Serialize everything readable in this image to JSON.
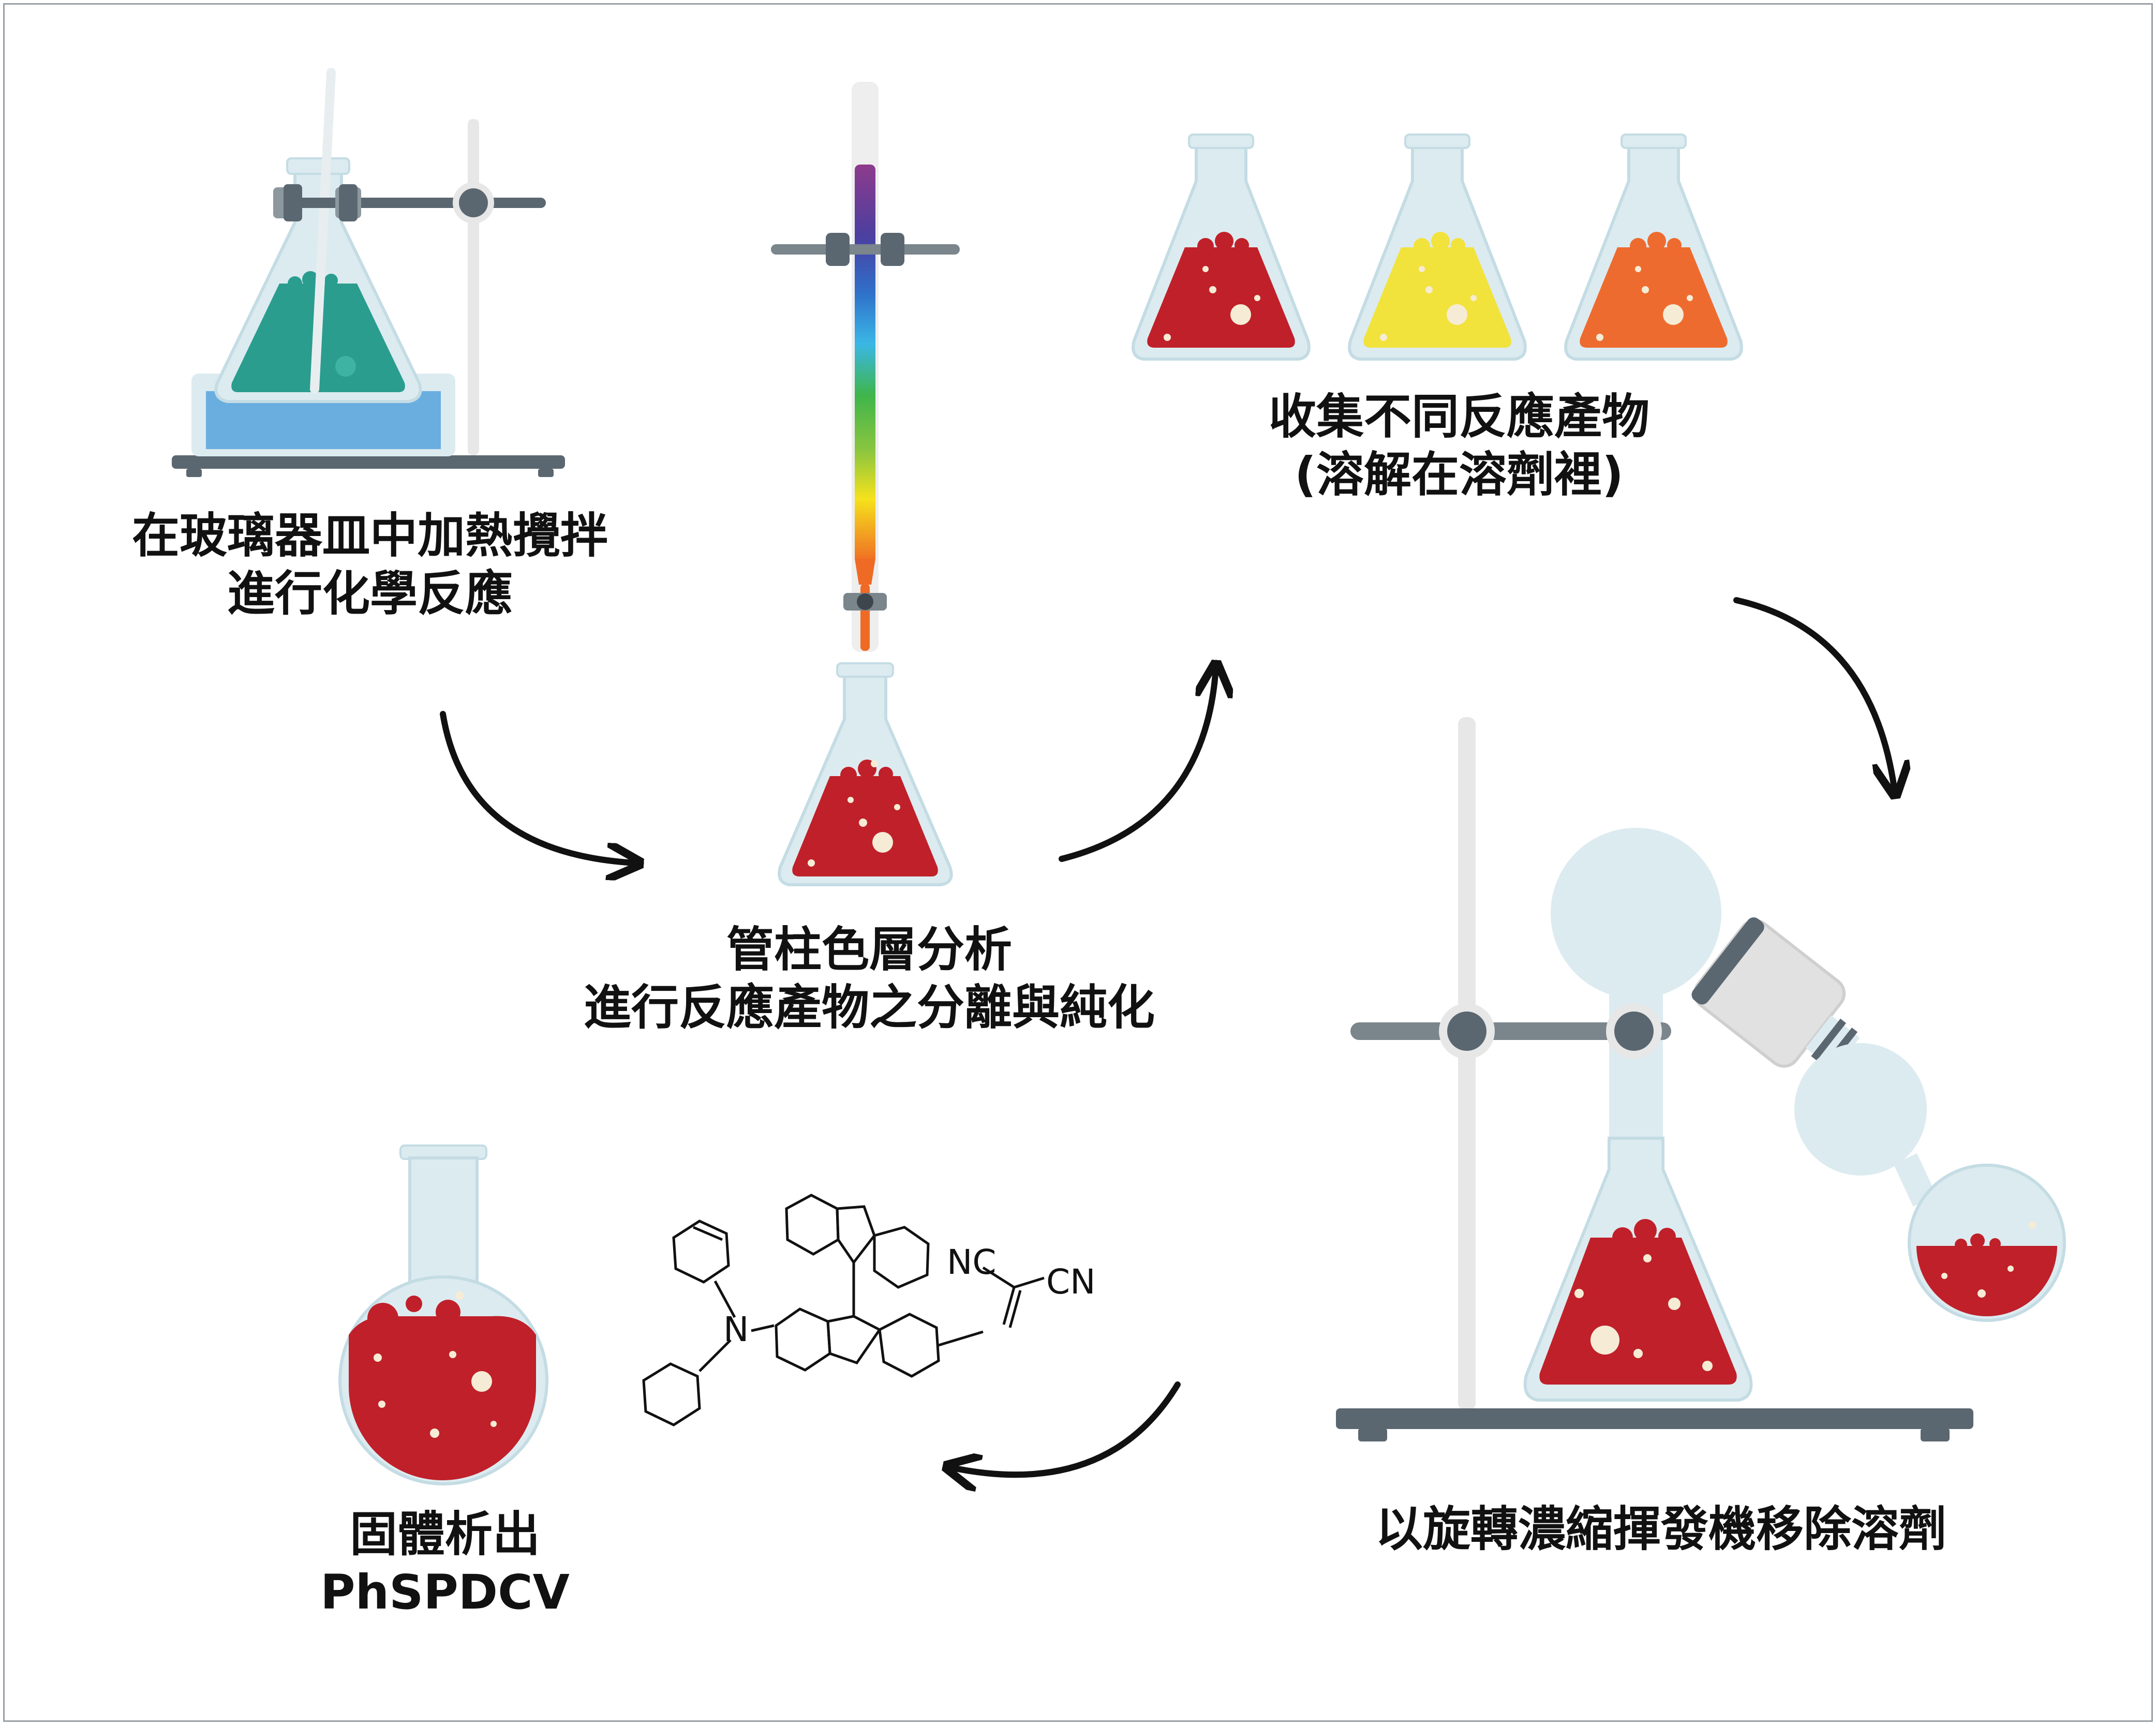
{
  "steps": [
    {
      "line1": "在玻璃器皿中加熱攪拌",
      "line2": "進行化學反應"
    },
    {
      "line1": "管柱色層分析",
      "line2": "進行反應產物之分離與純化"
    },
    {
      "line1": "收集不同反應產物",
      "line2": "(溶解在溶劑裡)"
    },
    {
      "line1": "以旋轉濃縮揮發機移除溶劑"
    },
    {
      "line1": "固體析出",
      "line2": "PhSPDCV"
    }
  ],
  "molecule": {
    "atom_n": "N",
    "atom_nc": "NC",
    "atom_cn": "CN"
  },
  "colors": {
    "glass": "#dcebf0",
    "glass_edge": "#c4dce4",
    "teal": "#2a9d8f",
    "red": "#c0202a",
    "yellow": "#f2e23c",
    "orange": "#ee6b2f",
    "water": "#6aaee0",
    "steel": "#5b6770",
    "light_gray": "#e6e6e6"
  },
  "icons": [
    "heating-flask-icon",
    "chromatography-column-icon",
    "collected-flasks-icon",
    "rotary-evaporator-icon",
    "round-bottom-flask-icon",
    "molecule-structure-icon",
    "arrow-icon"
  ]
}
